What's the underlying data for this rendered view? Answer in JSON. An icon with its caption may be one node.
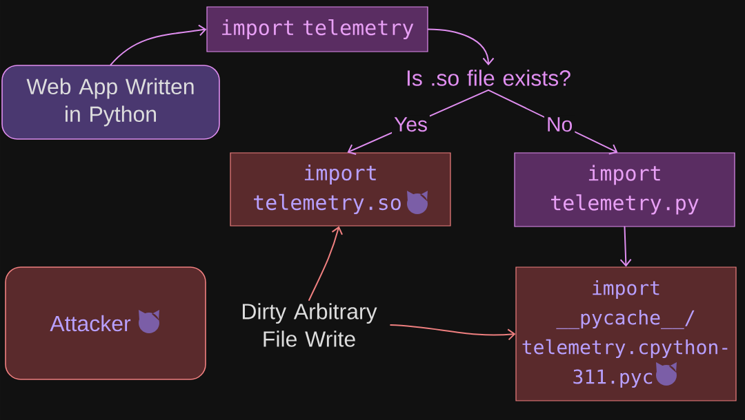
{
  "diagram": {
    "nodes": [
      {
        "text": [
          "Web App Written in Python"
        ]
      },
      {
        "text": [
          "import telemetry"
        ]
      },
      {
        "text": [
          "Is .so file exists?"
        ]
      },
      {
        "text": [
          "import telemetry.so"
        ]
      },
      {
        "text": [
          "import telemetry.py"
        ]
      },
      {
        "text": [
          "Attacker"
        ]
      },
      {
        "text": [
          "Dirty Arbitrary File Write"
        ]
      },
      {
        "text": [
          "import __pycache__/telemetry.cpython-311.pyc"
        ]
      }
    ],
    "edges": [
      {
        "from": 0,
        "to": 1,
        "arrow": "to"
      },
      {
        "from": 1,
        "to": 2,
        "arrow": "to"
      },
      {
        "from": 2,
        "to": 3,
        "arrow": "to",
        "label": "Yes"
      },
      {
        "from": 2,
        "to": 4,
        "arrow": "to",
        "label": "No"
      },
      {
        "from": 4,
        "to": 7,
        "arrow": "to"
      },
      {
        "from": 6,
        "to": 3,
        "arrow": "to",
        "color": "#f08080"
      },
      {
        "from": 6,
        "to": 7,
        "arrow": "to",
        "color": "#f08080"
      }
    ]
  }
}
